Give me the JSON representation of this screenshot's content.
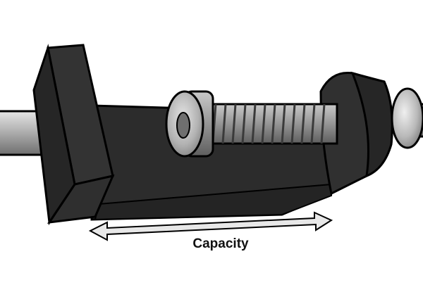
{
  "diagram": {
    "caption": "Capacity",
    "colors": {
      "body": "#2b2b2b",
      "body_light": "#3a3a3a",
      "outline": "#000000",
      "metal": "#a9a9a9",
      "metal_dark": "#7a7a7a",
      "metal_light": "#e6e6e6",
      "arrow_fill": "#e8e8e8"
    },
    "parts": [
      "rail",
      "fixed-jaw",
      "clamp-body",
      "screw",
      "screw-head",
      "moving-jaw",
      "swivel-pad",
      "capacity-arrow"
    ]
  }
}
